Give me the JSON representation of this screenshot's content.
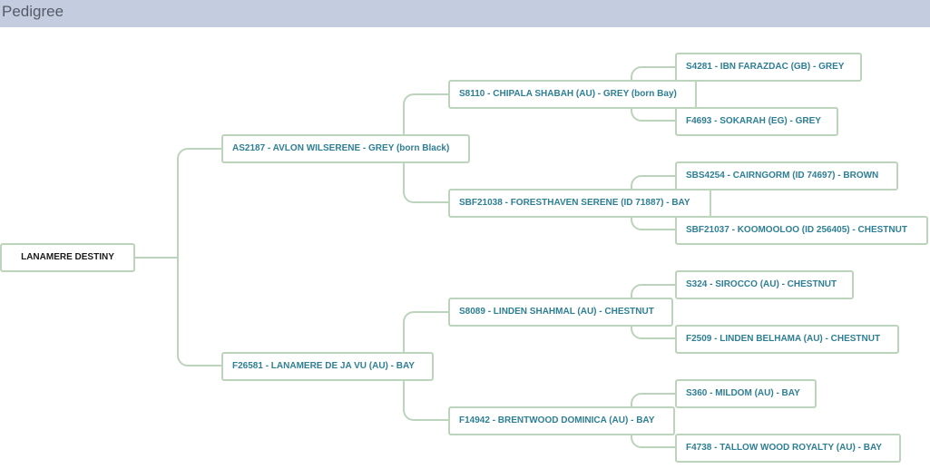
{
  "header": {
    "title": "Pedigree"
  },
  "pedigree": {
    "subject": "LANAMERE DESTINY",
    "sire": "AS2187 - AVLON WILSERENE - GREY (born Black)",
    "dam": "F26581 - LANAMERE DE JA VU (AU) - BAY",
    "sire_sire": "S8110 - CHIPALA SHABAH (AU) - GREY (born Bay)",
    "sire_dam": "SBF21038 - FORESTHAVEN SERENE (ID 71887) - BAY",
    "dam_sire": "S8089 - LINDEN SHAHMAL (AU) - CHESTNUT",
    "dam_dam": "F14942 - BRENTWOOD DOMINICA (AU) - BAY",
    "sire_sire_sire": "S4281 - IBN FARAZDAC (GB) - GREY",
    "sire_sire_dam": "F4693 - SOKARAH (EG) - GREY",
    "sire_dam_sire": "SBS4254 - CAIRNGORM (ID 74697) - BROWN",
    "sire_dam_dam": "SBF21037 - KOOMOOLOO (ID 256405) - CHESTNUT",
    "dam_sire_sire": "S324 - SIROCCO (AU) - CHESTNUT",
    "dam_sire_dam": "F2509 - LINDEN BELHAMA (AU) - CHESTNUT",
    "dam_dam_sire": "S360 - MILDOM (AU) - BAY",
    "dam_dam_dam": "F4738 - TALLOW WOOD ROYALTY (AU) - BAY"
  }
}
